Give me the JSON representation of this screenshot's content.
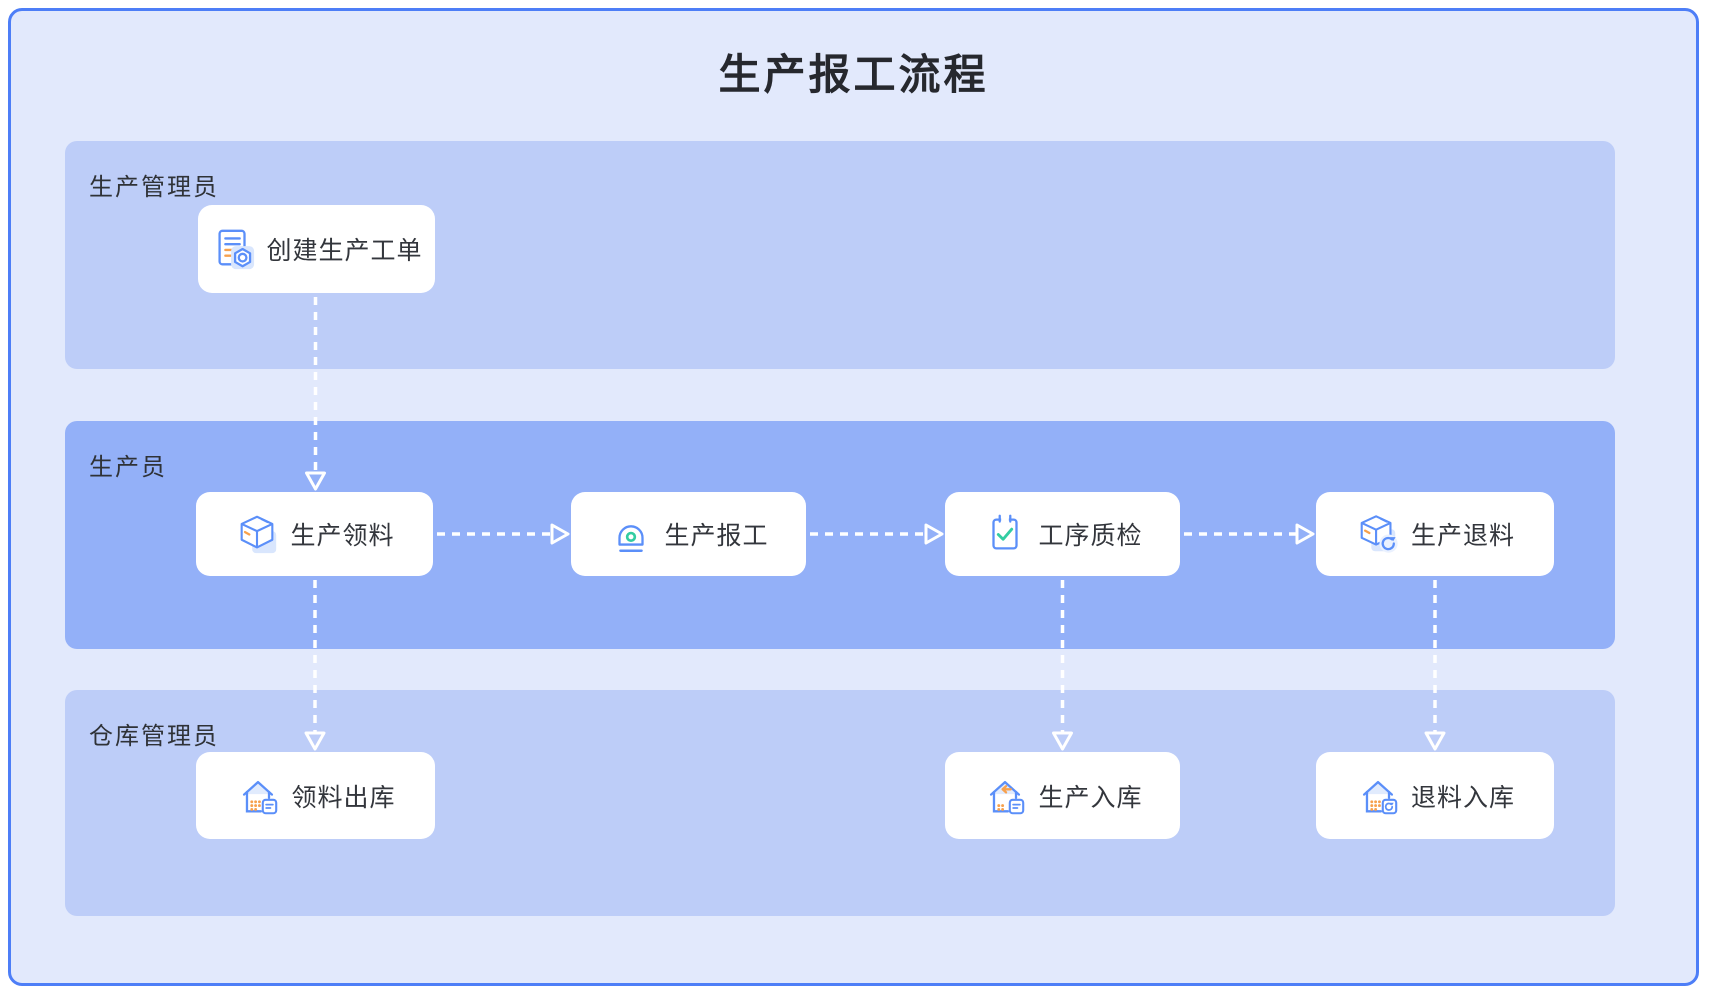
{
  "diagram": {
    "title": "生产报工流程",
    "lanes": [
      {
        "id": "lane-production-admin",
        "label": "生产管理员",
        "tone": "light",
        "nodes": [
          {
            "id": "create-work-order",
            "label": "创建生产工单",
            "icon": "document-gear-icon"
          }
        ]
      },
      {
        "id": "lane-production-worker",
        "label": "生产员",
        "tone": "dark",
        "nodes": [
          {
            "id": "material-picking",
            "label": "生产领料",
            "icon": "cube-icon"
          },
          {
            "id": "work-report",
            "label": "生产报工",
            "icon": "siren-icon"
          },
          {
            "id": "process-qc",
            "label": "工序质检",
            "icon": "clipboard-check-icon"
          },
          {
            "id": "material-return",
            "label": "生产退料",
            "icon": "cube-return-icon"
          }
        ]
      },
      {
        "id": "lane-warehouse-admin",
        "label": "仓库管理员",
        "tone": "light",
        "nodes": [
          {
            "id": "picking-outbound",
            "label": "领料出库",
            "icon": "warehouse-out-icon"
          },
          {
            "id": "production-inbound",
            "label": "生产入库",
            "icon": "warehouse-in-icon"
          },
          {
            "id": "return-inbound",
            "label": "退料入库",
            "icon": "warehouse-return-icon"
          }
        ]
      }
    ],
    "edges": [
      {
        "from": "create-work-order",
        "to": "material-picking"
      },
      {
        "from": "material-picking",
        "to": "work-report"
      },
      {
        "from": "work-report",
        "to": "process-qc"
      },
      {
        "from": "process-qc",
        "to": "material-return"
      },
      {
        "from": "material-picking",
        "to": "picking-outbound"
      },
      {
        "from": "process-qc",
        "to": "production-inbound"
      },
      {
        "from": "material-return",
        "to": "return-inbound"
      }
    ],
    "colors": {
      "canvas_border": "#4D7EF7",
      "canvas_bg": "#E2E9FC",
      "lane_light": "#BDCDF8",
      "lane_dark": "#93B0F8",
      "node_bg": "#FFFFFF",
      "arrow": "#FFFFFF",
      "icon_blue": "#5B8FF9",
      "icon_light_blue": "#D9E6FD",
      "icon_green": "#33CDA2",
      "icon_orange": "#F7A14D",
      "text_dark": "#2F3237"
    }
  }
}
